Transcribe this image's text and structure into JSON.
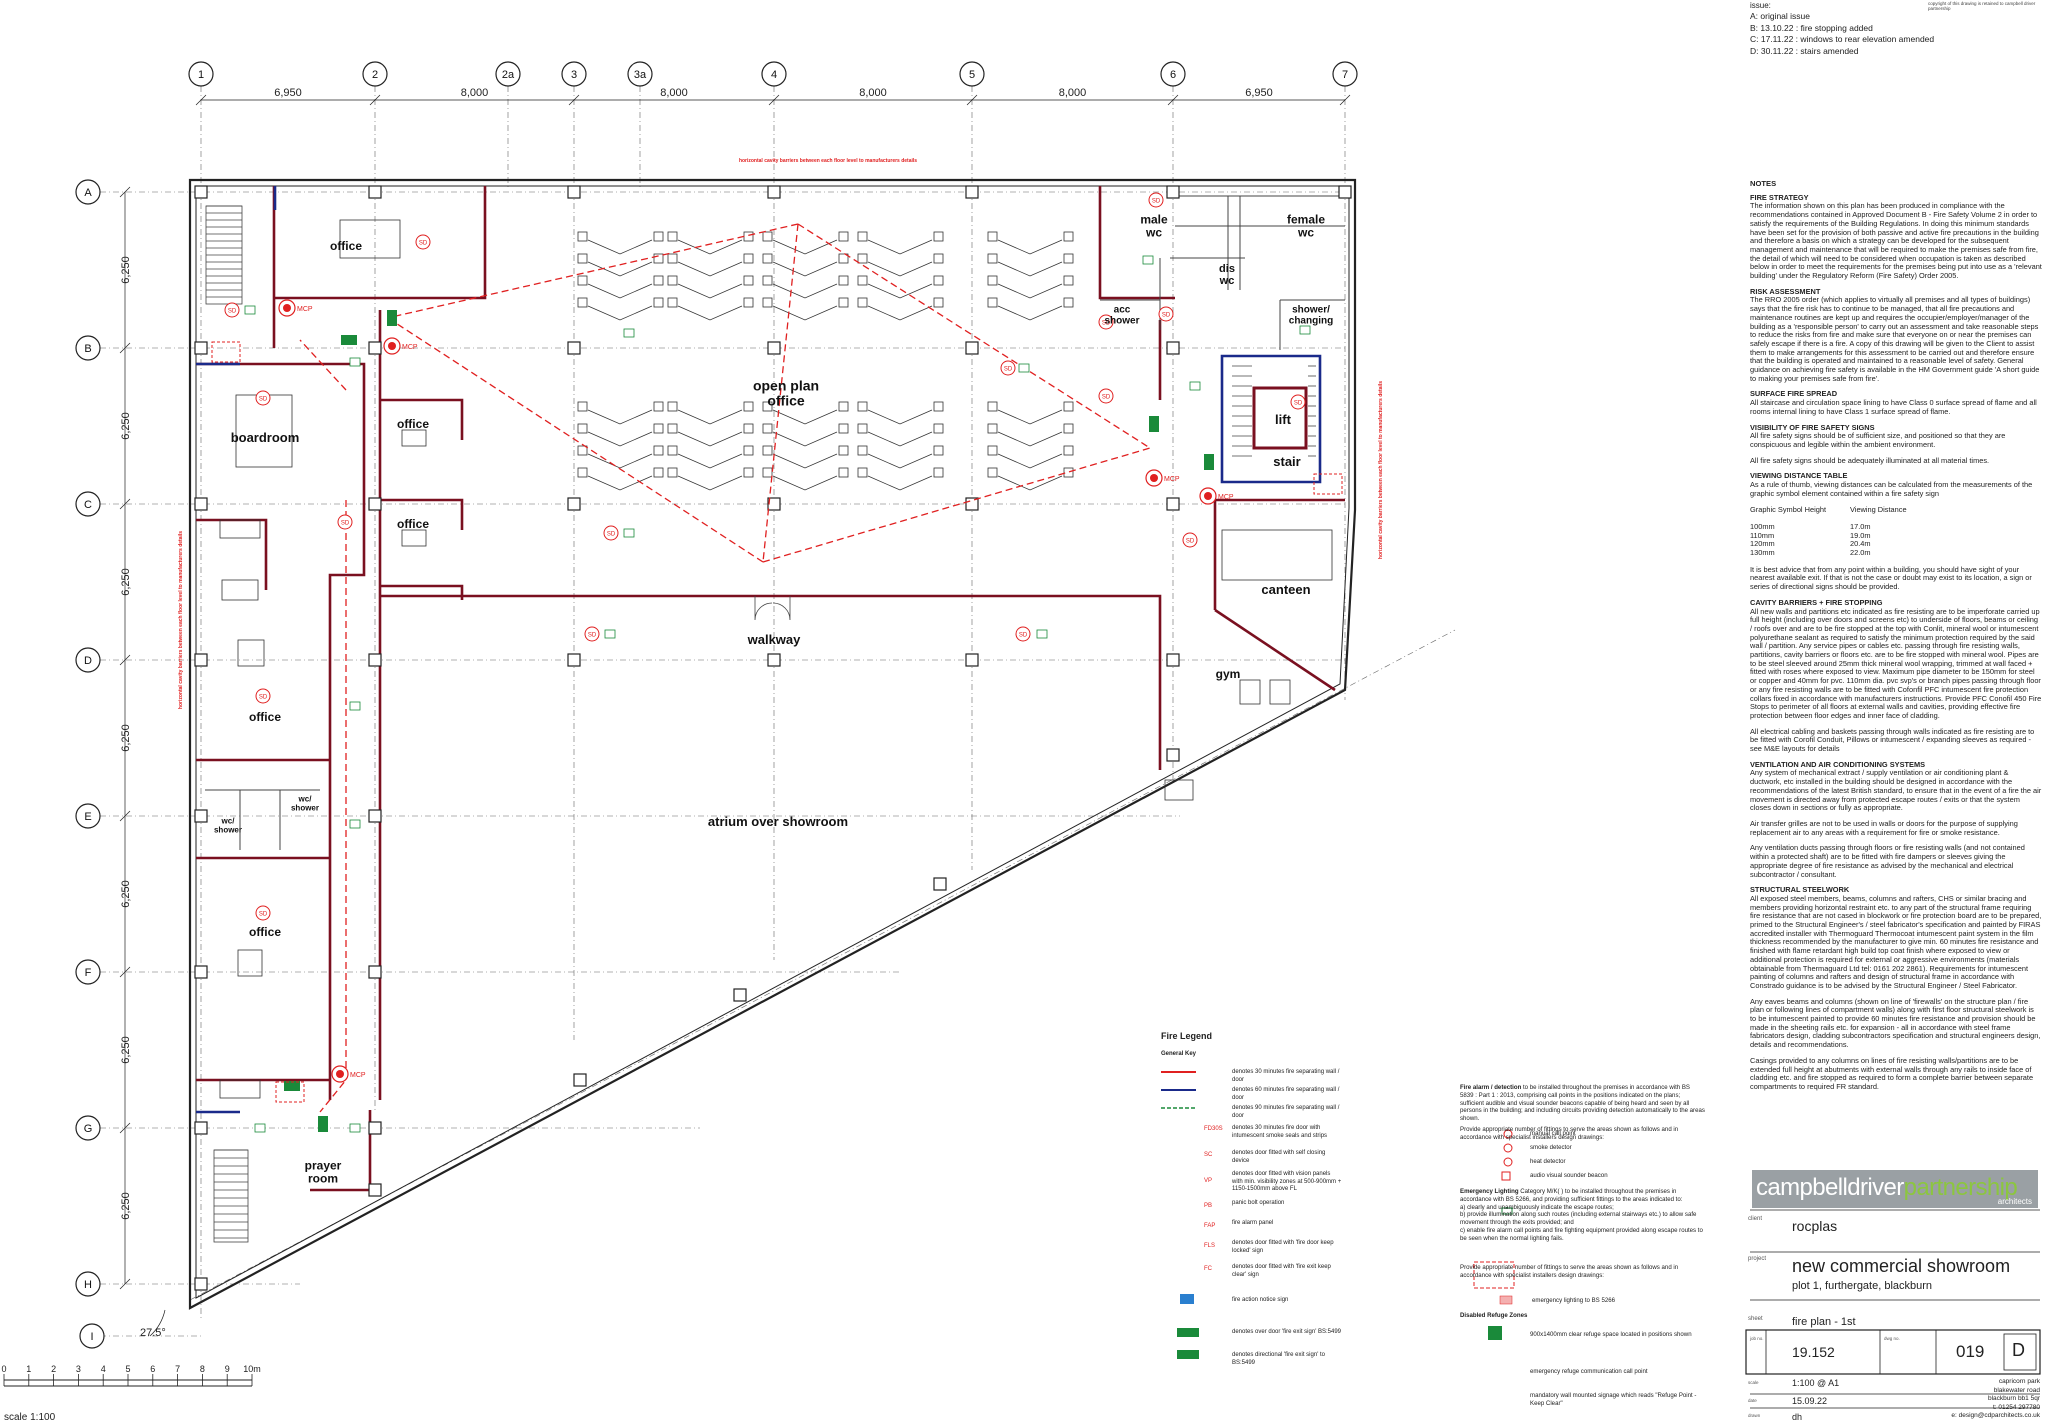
{
  "grid": {
    "columns": [
      "1",
      "2",
      "2a",
      "3",
      "3a",
      "4",
      "5",
      "6",
      "7"
    ],
    "rows": [
      "A",
      "B",
      "C",
      "D",
      "E",
      "F",
      "G",
      "H",
      "I"
    ],
    "col_dims": [
      "6,950",
      "8,000",
      "8,000",
      "8,000",
      "8,000",
      "6,950"
    ],
    "row_dims": [
      "6,250",
      "6,250",
      "6,250",
      "6,250",
      "6,250",
      "6,250",
      "6,250"
    ],
    "angle": "27.5°"
  },
  "rooms": {
    "office_top": "office",
    "male_wc": "male\nwc",
    "female_wc": "female\nwc",
    "dis_wc": "dis\nwc",
    "acc_shower": "acc\nshower",
    "shower_changing": "shower/\nchanging",
    "lift": "lift",
    "stair": "stair",
    "boardroom": "boardroom",
    "office_b": "office",
    "office_c": "office",
    "open_plan": "open plan\noffice",
    "walkway": "walkway",
    "canteen": "canteen",
    "gym": "gym",
    "office_d": "office",
    "wc_shower_a": "wc/\nshower",
    "wc_shower_b": "wc/\nshower",
    "atrium": "atrium over showroom",
    "office_f": "office",
    "prayer": "prayer\nroom"
  },
  "annotations": {
    "cavity_barriers": "horizontal cavity barriers between each floor level to manufacturers details",
    "cavity_barrier_top": "horizontal cavity barriers between each floor level to manufacturers details",
    "mcp": "MCP",
    "sd": "SD",
    "fd30s": "FD30S",
    "scvp": "SC VP"
  },
  "issues": {
    "heading": "issue:",
    "list": [
      "A: original issue",
      "B: 13.10.22 : fire stopping added",
      "C: 17.11.22 : windows to rear elevation amended",
      "D: 30.11.22 : stairs amended"
    ],
    "copyright": "copyright of this drawing is retained to campbell driver partnership"
  },
  "notes": {
    "title": "NOTES",
    "sections": [
      {
        "h": "FIRE STRATEGY",
        "p": "The information shown on this plan has been produced in compliance with the recommendations contained in Approved Document B - Fire Safety Volume 2 in order to satisfy the requirements of the Building Regulations. In doing this minimum standards have been set for the provision of both passive and active fire precautions in the building and therefore a basis on which a strategy can be developed for the subsequent management and maintenance that will be required to make the premises safe from fire, the detail of which will need to be considered when occupation is taken as described below in order to meet the requirements for the premises being put into use as a 'relevant building' under the Regulatory Reform (Fire Safety) Order 2005."
      },
      {
        "h": "RISK ASSESSMENT",
        "p": "The RRO 2005 order (which applies to virtually all premises and all types of buildings) says that the fire risk has to continue to be managed, that all fire precautions and maintenance routines are kept up and requires the occupier/employer/manager of the building as a 'responsible person' to carry out an assessment and take reasonable steps to reduce the risks from fire and make sure that everyone on or near the premises can safely escape if there is a fire. A copy of this drawing will be given to the Client to assist them to make arrangements for this assessment to be carried out and therefore ensure that the building is operated and maintained to a reasonable level of safety. General guidance on achieving fire safety is available in the HM Government guide 'A short guide to making your premises safe from fire'."
      },
      {
        "h": "SURFACE FIRE SPREAD",
        "p": "All staircase and circulation space lining to have Class 0 surface spread of flame and all rooms internal lining to have Class 1 surface spread of flame."
      },
      {
        "h": "VISIBILITY OF FIRE SAFETY SIGNS",
        "p": "All fire safety signs should be of sufficient size, and positioned so that they are conspicuous and legible within the ambient environment."
      },
      {
        "h": "",
        "p": "All fire safety signs should be adequately illuminated at all material times."
      },
      {
        "h": "VIEWING DISTANCE TABLE",
        "p": "As a rule of thumb, viewing  distances can be calculated from the measurements of the graphic symbol element contained within a fire safety sign"
      }
    ],
    "table_head": [
      "Graphic Symbol Height",
      "Viewing Distance"
    ],
    "table_rows": [
      [
        "100mm",
        "17.0m"
      ],
      [
        "110mm",
        "19.0m"
      ],
      [
        "120mm",
        "20.4m"
      ],
      [
        "130mm",
        "22.0m"
      ]
    ],
    "after_table": "It is best advice that from any point within a building, you should have sight of your nearest available exit. If that is not the case or doubt may exist to its location, a sign or series of directional signs should be provided.",
    "sections2": [
      {
        "h": "CAVITY BARRIERS  +  FIRE STOPPING",
        "p": "All new walls and partitions etc indicated as fire resisting are to be imperforate carried up full height (including over doors and screens etc) to underside of floors, beams or ceiling / roofs over and are to be fire stopped at the top with Conlit, mineral wool or intumescent polyurethane sealant as required to satisfy the minimum protection required by the said wall / partition. Any service pipes or cables etc. passing through fire resisting walls, partitions, cavity barriers or floors etc. are to be fire stopped with mineral wool. Pipes are to be steel sleeved around 25mm thick mineral wool wrapping, trimmed at wall faced + fitted with roses where exposed to view. Maximum pipe diameter to be 150mm for steel or copper and 40mm for pvc. 110mm dia. pvc svp's or branch pipes passing through floor or any fire resisting walls are to be fitted with Cofonfil PFC intumescent fire protection collars fixed in accordance with manufacturers instructions. Provide PFC Conofil 450 Fire Stops to perimeter of all floors at external walls and cavities, providing effective fire protection between floor edges and inner face of cladding."
      },
      {
        "h": "",
        "p": "All electrical cabling and baskets passing through walls indicated as fire resisting are to be fitted with Corofil Conduit, Pillows or intumescent / expanding sleeves as required - see M&E layouts for details"
      },
      {
        "h": "VENTILATION AND AIR CONDITIONING SYSTEMS",
        "p": "Any system of mechanical extract / supply ventilation or air conditioning plant & ductwork, etc installed in the building should be designed in accordance with the recommendations of the latest British standard, to ensure that in the event of a fire the air movement is directed away from protected escape routes / exits or that the system closes down in sections or fully as appropriate."
      },
      {
        "h": "",
        "p": "Air transfer grilles are not to be used in walls or doors for the purpose of supplying replacement air to any areas with a requirement for fire or smoke resistance."
      },
      {
        "h": "",
        "p": "Any ventilation ducts passing through floors or fire resisting walls (and not contained within a protected shaft) are to be fitted with fire dampers or sleeves giving the appropriate degree of fire resistance as advised by the mechanical and electrical subcontractor / consultant."
      },
      {
        "h": "STRUCTURAL STEELWORK",
        "p": "All exposed steel members, beams, columns and rafters, CHS or similar bracing and members providing horizontal restraint etc. to any part of the structural frame requiring fire resistance that are not cased in blockwork or fire protection board are to be prepared, primed to the Structural Engineer's / steel fabricator's specification and painted by FIRAS accredited installer with Thermoguard Thermocoat intumescent paint system in the film thickness recommended by the manufacturer to give min. 60 minutes fire resistance and finished with flame retardant high build top coat finish where exposed to view  or additional protection is required for external or aggressive environments (materials obtainable from Thermaguard Ltd tel: 0161 202 2861). Requirements for intumescent painting of columns and rafters and design of structural frame in accordance with Constrado guidance is to be advised by the Structural Engineer / Steel Fabricator."
      },
      {
        "h": "",
        "p": "Any eaves beams and columns (shown on line of 'firewalls' on the structure plan / fire plan or following lines of compartment walls) along with first floor structural steelwork is to be intumescent painted to provide 60 minutes fire resistance and provision should be made in the sheeting rails etc. for expansion - all in accordance with steel frame fabricators design, cladding subcontractors specification and structural engineers design, details and recommendations."
      },
      {
        "h": "",
        "p": "Casings provided to any columns on lines of fire resisting walls/partitions are to be extended full height at abutments with external walls through any rails to inside face of cladding etc. and fire stopped as required to form a complete barrier between separate compartments to required FR standard."
      }
    ]
  },
  "legend": {
    "title": "Fire Legend",
    "general_key": "General Key",
    "items": [
      "denotes 30 minutes fire separating wall / door",
      "denotes 60 minutes fire separating wall / door",
      "denotes 90 minutes fire separating wall / door",
      "denotes 30 minutes fire door with intumescent smoke seals and strips",
      "denotes door fitted with self closing device",
      "denotes door fitted with vision panels with min. visibility zones at 500-900mm + 1150-1500mm above FL",
      "panic bolt operation",
      "fire alarm panel",
      "denotes door fitted with 'fire door keep locked' sign",
      "denotes door fitted with 'fire exit keep clear' sign",
      "fire action notice sign",
      "denotes over door 'fire exit sign' BS:5499",
      "denotes directional 'fire exit sign' to BS:5499"
    ],
    "codes": [
      "FD30S",
      "SC",
      "VP",
      "PB",
      "FAP",
      "FLS",
      "FC"
    ]
  },
  "fire_alarm": {
    "p1_b": "Fire alarm / detection",
    "p1": " to be installed throughout the premises in accordance with BS 5839 : Part 1 : 2013, comprising call points in the positions indicated on the plans; sufficient audible and visual sounder beacons capable of being heard and seen by all persons in the building; and including circuits providing detection automatically to the areas shown.",
    "p2": "Provide appropriate number of fittings to serve the areas shown as follows and in accordance with specialist installers design drawings:",
    "sym": [
      "manual call point",
      "smoke detector",
      "heat detector",
      "audio visual sounder beacon"
    ],
    "p3_b": "Emergency Lighting",
    "p3": " Category M/K( ) to be installed throughout the premises in accordance with BS 5266, and providing sufficient fittings to the areas indicated to:\na)  clearly and unambiguously indicate the escape routes;\nb)  provide illumination along such routes (including external stairways etc.) to allow safe movement through the exits provided; and\nc)  enable fire alarm call points and fire fighting equipment provided along escape routes to be seen when the normal lighting fails.",
    "p4": "Provide appropriate number of fittings to serve the areas shown as follows and in accordance with specialist installers design drawings:",
    "el": "emergency lighting to BS 5266",
    "refuge_h": "Disabled Refuge Zones",
    "refuge": [
      "900x1400mm clear refuge space located in positions shown",
      "emergency refuge communication call point",
      "mandatory wall mounted signage which reads \"Refuge Point - Keep Clear\""
    ]
  },
  "titleblock": {
    "logo_a": "campbelldriver",
    "logo_b": "partnership",
    "logo_sub": "architects",
    "client_l": "client",
    "client": "rocplas",
    "project_l": "project",
    "project": "new commercial showroom",
    "project2": "plot 1, furthergate,  blackburn",
    "sheet_l": "sheet",
    "sheet": "fire plan - 1st",
    "job_l": "job no.",
    "job": "19.152",
    "dwg_l": "dwg no.",
    "dwg": "019",
    "rev": "D",
    "scale_l": "scale",
    "scale": "1:100    @ A1",
    "date_l": "date",
    "date": "15.09.22",
    "drawn_l": "drawn",
    "drawn": "dh",
    "addr": [
      "capricorn park",
      "blakewater road",
      "blackburn bb1 5qr",
      "t: 01254 297780",
      "e: design@cdparchitects.co.uk"
    ]
  },
  "scalebar": {
    "label": "scale 1:100",
    "ticks": [
      "0",
      "1",
      "2",
      "3",
      "4",
      "5",
      "6",
      "7",
      "8",
      "9",
      "10m"
    ]
  },
  "colors": {
    "wall": "#7a1020",
    "fire": "#e02020",
    "blue": "#1a2a8a",
    "green": "#1a8a3a",
    "grid": "#444"
  }
}
